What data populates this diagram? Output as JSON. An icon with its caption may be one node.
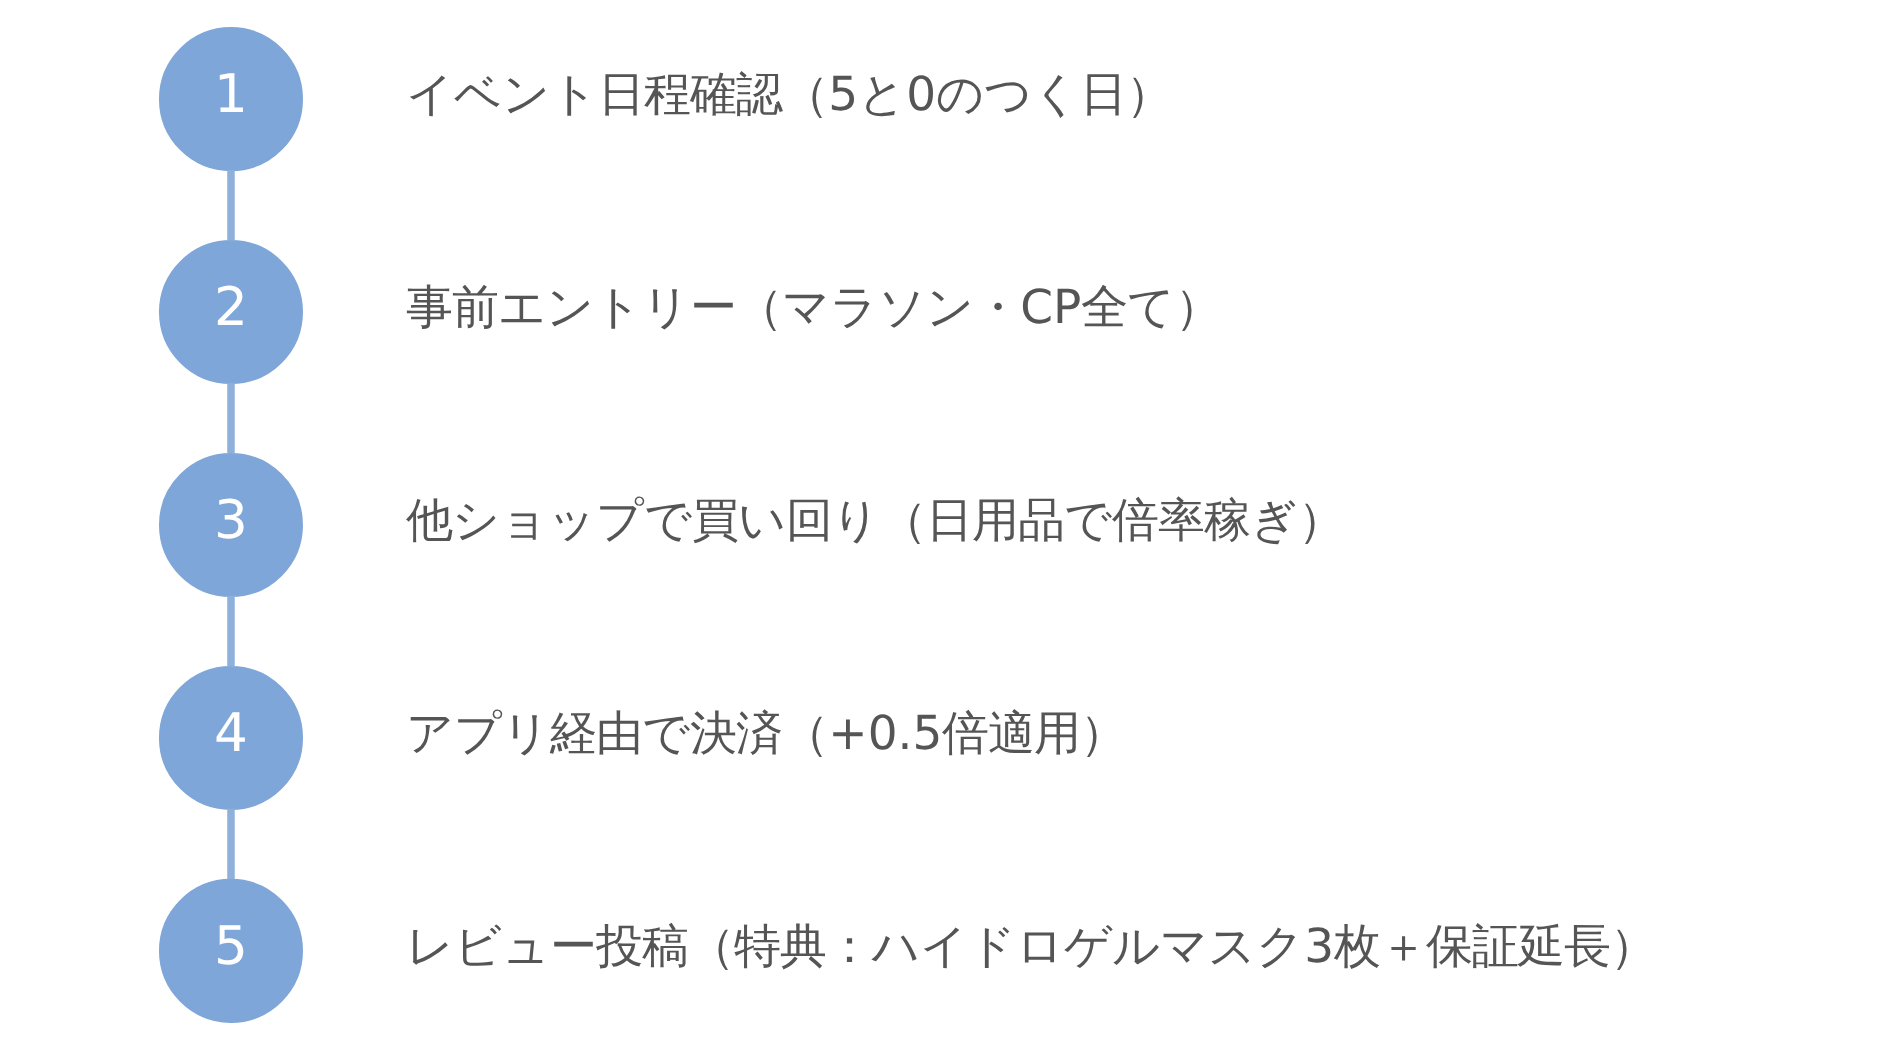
{
  "diagram": {
    "nodes": [
      {
        "text": [
          "1"
        ],
        "beside": [
          "イベント日程確認（5と0のつく日）"
        ]
      },
      {
        "text": [
          "2"
        ],
        "beside": [
          "事前エントリー（マラソン・CP全て）"
        ]
      },
      {
        "text": [
          "3"
        ],
        "beside": [
          "他ショップで買い回り（日用品で倍率稼ぎ）"
        ]
      },
      {
        "text": [
          "4"
        ],
        "beside": [
          "アプリ経由で決済（+0.5倍適用）"
        ]
      },
      {
        "text": [
          "5"
        ],
        "beside": [
          "レビュー投稿（特典：ハイドロゲルマスク3枚＋保証延長）"
        ]
      }
    ],
    "edges": [
      {
        "from": 0,
        "to": 1,
        "arrow": "none"
      },
      {
        "from": 1,
        "to": 2,
        "arrow": "none"
      },
      {
        "from": 2,
        "to": 3,
        "arrow": "none"
      },
      {
        "from": 3,
        "to": 4,
        "arrow": "none"
      }
    ]
  }
}
